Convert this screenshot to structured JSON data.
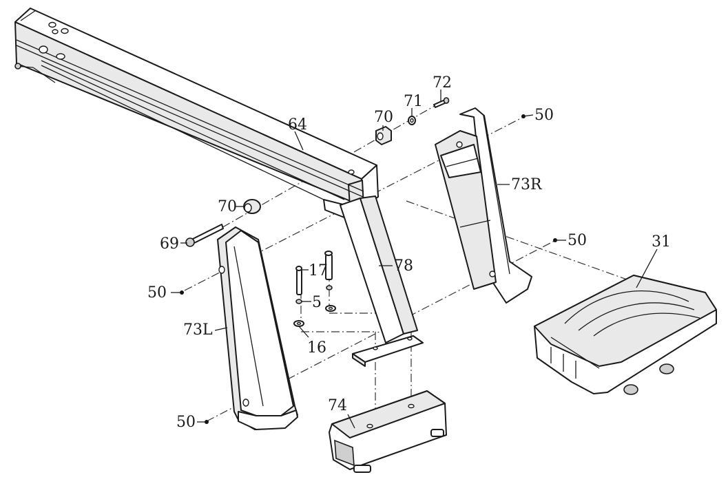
{
  "callouts": {
    "c64": "64",
    "c70_top": "70",
    "c71": "71",
    "c72": "72",
    "c50_top": "50",
    "c73R": "73R",
    "c70_left": "70",
    "c69": "69",
    "c50_right": "50",
    "c31": "31",
    "c17": "17",
    "c78": "78",
    "c5": "5",
    "c50_left": "50",
    "c16": "16",
    "c73L": "73L",
    "c74": "74",
    "c50_bottom": "50"
  },
  "icons": {
    "main_beam": "main-beam-icon",
    "front_stabilizer": "front-stabilizer-icon",
    "leg_cover": "leg-cover-icon",
    "rear_foot": "rear-foot-icon"
  }
}
